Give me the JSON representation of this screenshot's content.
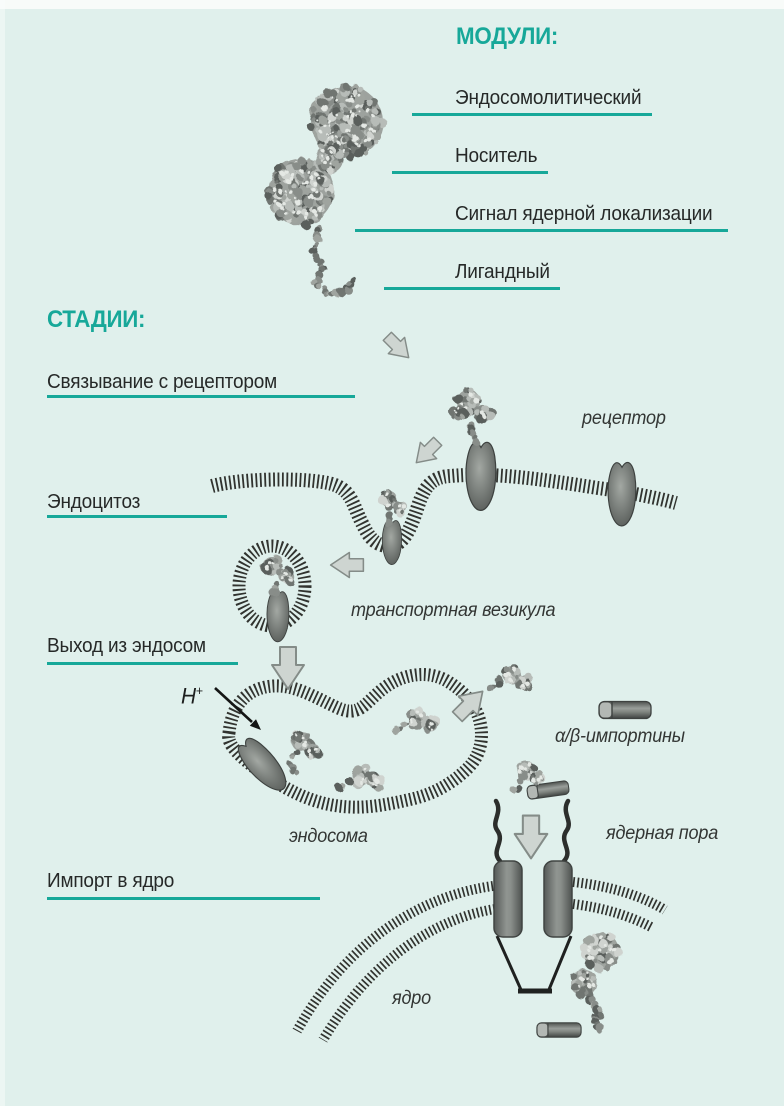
{
  "page": {
    "background": "#e0f0ec",
    "accent": "#17a899",
    "text_color": "#262928"
  },
  "modules": {
    "title": "МОДУЛИ:",
    "items": [
      {
        "label": "Эндосомолитический"
      },
      {
        "label": "Носитель"
      },
      {
        "label": "Сигнал ядерной локализации"
      },
      {
        "label": "Лигандный"
      }
    ]
  },
  "stages": {
    "title": "СТАДИИ:",
    "items": [
      {
        "label": "Связывание с рецептором"
      },
      {
        "label": "Эндоцитоз"
      },
      {
        "label": "Выход из эндосом"
      },
      {
        "label": "Импорт в ядро"
      }
    ]
  },
  "annotations": {
    "receptor": "рецептор",
    "transport_vesicle": "транспортная везикула",
    "endosome": "эндосома",
    "importins": "α/β-импортины",
    "nuclear_pore": "ядерная пора",
    "nucleus": "ядро",
    "proton_base": "H",
    "proton_sup": "+"
  }
}
